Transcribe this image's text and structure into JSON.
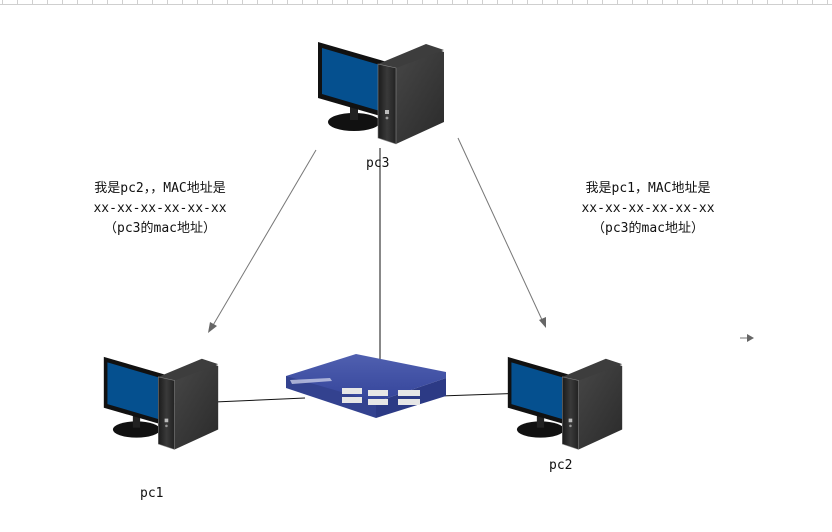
{
  "diagram": {
    "nodes": {
      "pc3": {
        "label": "pc3",
        "type": "computer"
      },
      "pc1": {
        "label": "pc1",
        "type": "computer"
      },
      "pc2": {
        "label": "pc2",
        "type": "computer"
      },
      "switch": {
        "label": "",
        "type": "network-switch"
      }
    },
    "notes": {
      "left": {
        "line1": "我是pc2，，MAC地址是",
        "line2": "xx-xx-xx-xx-xx-xx",
        "line3": "（pc3的mac地址）"
      },
      "right": {
        "line1": "我是pc1，MAC地址是",
        "line2": "xx-xx-xx-xx-xx-xx",
        "line3": "（pc3的mac地址）"
      }
    },
    "edges": [
      {
        "from": "pc3",
        "to": "pc1",
        "style": "arrow"
      },
      {
        "from": "pc3",
        "to": "pc2",
        "style": "arrow"
      },
      {
        "from": "pc3",
        "to": "switch",
        "style": "line"
      },
      {
        "from": "pc1",
        "to": "switch",
        "style": "line"
      },
      {
        "from": "pc2",
        "to": "switch",
        "style": "line"
      }
    ],
    "colors": {
      "screen": "#05508f",
      "tower": "#2f2f2f",
      "switch": "#3b4d9c",
      "arrow": "#777777",
      "line": "#111111"
    }
  }
}
